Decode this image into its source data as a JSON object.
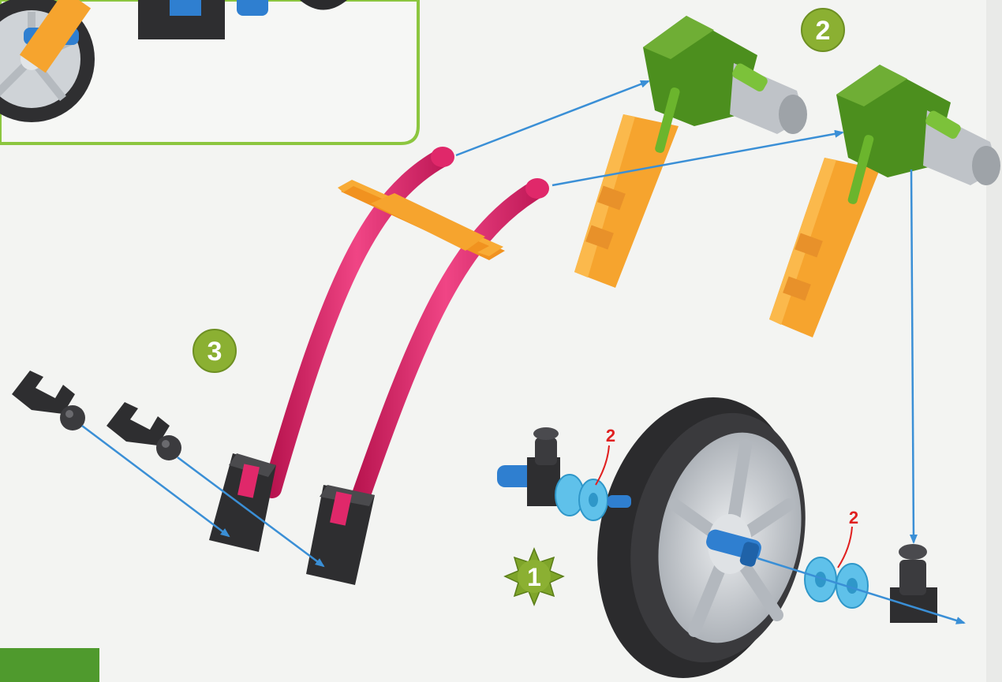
{
  "steps": [
    {
      "id": "step-1",
      "label": "1",
      "shape": "starburst",
      "color": "#7fa52a"
    },
    {
      "id": "step-2",
      "label": "2",
      "shape": "circle",
      "color": "#8bb032"
    },
    {
      "id": "step-3",
      "label": "3",
      "shape": "circle",
      "color": "#8bb032"
    }
  ],
  "quantity_callouts": [
    {
      "id": "spacer-qty-left",
      "label": "2"
    },
    {
      "id": "spacer-qty-right",
      "label": "2"
    }
  ],
  "colors": {
    "arrow": "#3a8fd6",
    "rod_pink": "#e0286a",
    "connector_orange": "#f6a42e",
    "connector_green": "#4c8f1e",
    "part_dark": "#2e2e30",
    "spacer_blue": "#5fc1ea",
    "axle_blue": "#2f7fd0",
    "tire": "#2b2b2d",
    "hub": "#c9cdd2",
    "frame_green": "#7ab83a"
  },
  "icons": [
    "arrow-icon",
    "wheel-icon",
    "rod-icon",
    "connector-icon",
    "clip-icon",
    "spacer-icon",
    "axle-icon"
  ]
}
